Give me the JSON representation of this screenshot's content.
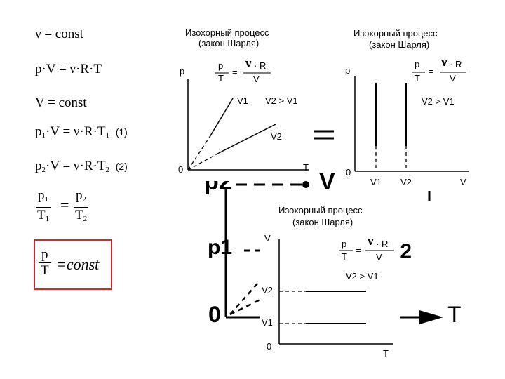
{
  "equations": {
    "nu_const": "ν = const",
    "state_eq": "p·V = ν·R·T",
    "v_const": "V = const",
    "eq1_lhs": "p",
    "eq1_rest": "·V = ν·R·T",
    "eq1_tag": "(1)",
    "eq2_lhs": "p",
    "eq2_rest": "·V = ν·R·T",
    "eq2_tag": "(2)",
    "sub1": "1",
    "sub2": "2",
    "ratio": {
      "p1": "p",
      "t1": "T",
      "p2": "p",
      "t2": "T",
      "eq": "="
    },
    "result": {
      "num": "p",
      "den": "T",
      "rhs": "=const"
    }
  },
  "charts": {
    "title_line1": "Изохорный процесс",
    "title_line2": "(закон Шарля)",
    "formula": {
      "p": "p",
      "t": "T",
      "eq": "=",
      "nu": "ν",
      "dot_r": "· R",
      "v": "V"
    },
    "v2_gt_v1": "V2 > V1",
    "pt": {
      "y_axis": "p",
      "x_axis": "T",
      "origin": "0",
      "line1": "V1",
      "line2": "V2"
    },
    "pv": {
      "y_axis": "p",
      "x_axis": "V",
      "origin": "0",
      "line1": "V1",
      "line2": "V2"
    },
    "vt": {
      "y_axis": "V",
      "x_axis": "T",
      "origin": "0",
      "level2": "V2",
      "level1": "V1"
    }
  },
  "background": {
    "p2": "p2",
    "p1": "p1",
    "origin": "0",
    "axis": "T",
    "vfrag": "V",
    "slash2": "/2"
  }
}
